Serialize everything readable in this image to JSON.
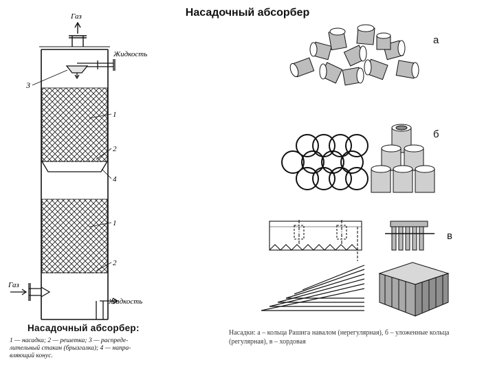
{
  "title": "Насадочный абсорбер",
  "column": {
    "label_gas_top": "Газ",
    "label_liquid_in": "Жидкость",
    "label_gas_bottom": "Газ",
    "label_liquid_out": "Жидкость",
    "callouts": [
      "3",
      "1",
      "2",
      "4",
      "1",
      "2"
    ]
  },
  "left_caption": {
    "title": "Насадочный абсорбер:",
    "lines": [
      "1 — насадка;  2 — решетка;  3 — распреде-",
      "лительный стакан (брызгалка);  4 — напра-",
      "вляющий конус."
    ]
  },
  "packing_labels": {
    "a": "а",
    "b": "б",
    "v": "в"
  },
  "right_caption": "Насадки: а – кольца Рашига навалом (нерегулярная), б – уложенные кольца (регулярная), в – хордовая"
}
